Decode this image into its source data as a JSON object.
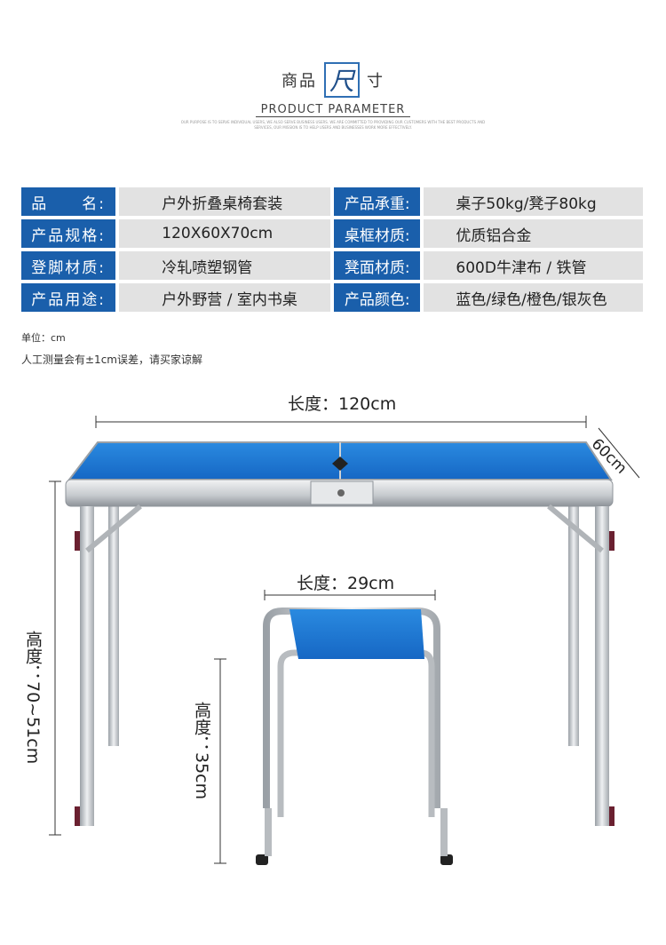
{
  "header": {
    "left_word": "商品",
    "box_char": "尺",
    "right_word": "寸",
    "subtitle": "PRODUCT PARAMETER",
    "fine_print": "OUR PURPOSE IS TO SERVE INDIVIDUAL USERS, WE ALSO SERVE BUSINESS USERS. WE ARE COMMITTED TO PROVIDING OUR CUSTOMERS WITH THE BEST PRODUCTS AND SERVICES, OUR MISSION IS TO HELP USERS AND BUSINESSES WORK MORE EFFECTIVELY."
  },
  "specs": [
    {
      "label_left": "品　　名:",
      "value_left": "户外折叠桌椅套装",
      "label_right": "产品承重:",
      "value_right": "桌子50kg/凳子80kg"
    },
    {
      "label_left": "产品规格:",
      "value_left": "120X60X70cm",
      "label_right": "桌框材质:",
      "value_right": "优质铝合金"
    },
    {
      "label_left": "登脚材质:",
      "value_left": "冷轧喷塑钢管",
      "label_right": "凳面材质:",
      "value_right": "600D牛津布 / 铁管"
    },
    {
      "label_left": "产品用途:",
      "value_left": "户外野营 / 室内书桌",
      "label_right": "产品颜色:",
      "value_right": "蓝色/绿色/橙色/银灰色"
    }
  ],
  "notes": {
    "unit": "单位：cm",
    "tolerance": "人工测量会有±1cm误差，请买家谅解"
  },
  "dimensions": {
    "table_length": "长度：120cm",
    "table_depth": "60cm",
    "table_height": "高度：70~51cm",
    "stool_length": "长度：29cm",
    "stool_height": "高度：35cm"
  },
  "colors": {
    "label_bg": "#1a5fab",
    "value_bg": "#e2e2e2",
    "table_top": "#1f7fd6",
    "frame": "#c9ccd0"
  }
}
